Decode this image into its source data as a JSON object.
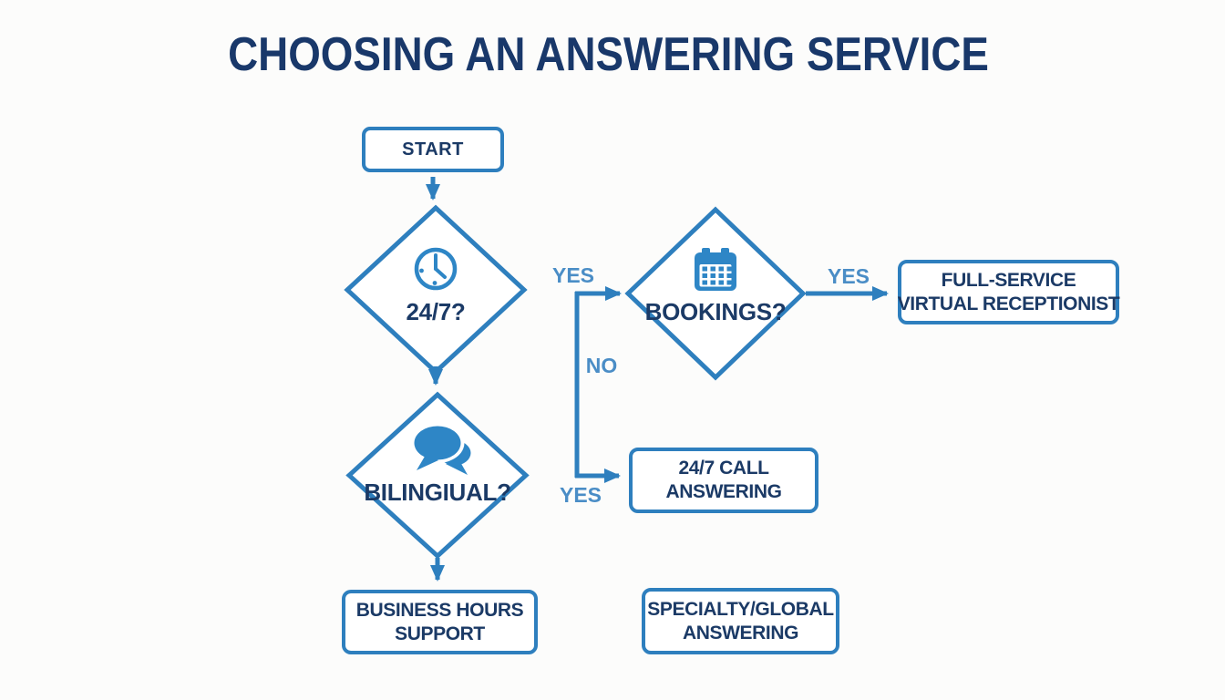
{
  "title": "CHOOSING AN ANSWERING SERVICE",
  "colors": {
    "line": "#2e7fbe",
    "icon": "#2e86c6",
    "edge_label": "#4a8dc6",
    "node_text": "#1b3a66",
    "title_text": "#19386a",
    "background": "#fcfcfb"
  },
  "flowchart": {
    "start": {
      "label": "START"
    },
    "decisions": [
      {
        "label": "24/7?",
        "icon": "clock-icon"
      },
      {
        "label": "BILINGIUAL?",
        "icon": "chat-bubbles-icon"
      },
      {
        "label": "BOOKINGS?",
        "icon": "calendar-icon"
      }
    ],
    "outcomes": [
      {
        "lines": [
          "FULL-SERVICE",
          "VIRTUAL RECEPTIONIST"
        ]
      },
      {
        "lines": [
          "24/7 CALL",
          "ANSWERING"
        ]
      },
      {
        "lines": [
          "BUSINESS HOURS",
          "SUPPORT"
        ]
      },
      {
        "lines": [
          "SPECIALTY/GLOBAL",
          "ANSWERING"
        ]
      }
    ],
    "edge_labels": {
      "from_247_yes": "YES",
      "from_247_no": "NO",
      "to_call_answering_yes": "YES",
      "from_bookings_yes": "YES"
    }
  }
}
